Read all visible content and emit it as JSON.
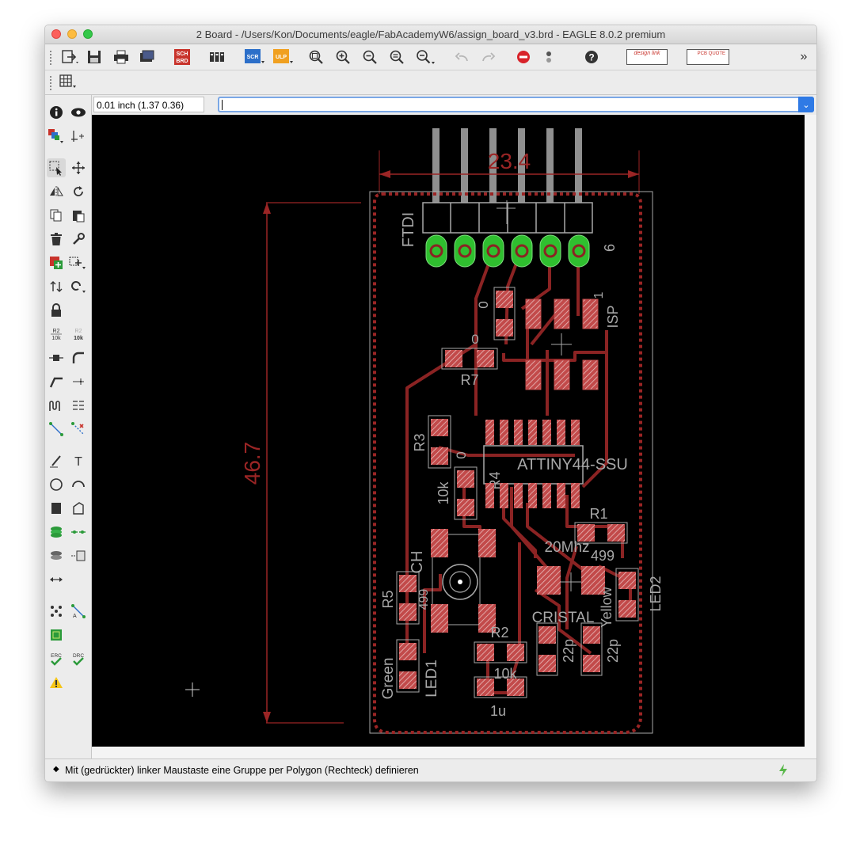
{
  "window": {
    "title": "2 Board - /Users/Kon/Documents/eagle/FabAcademyW6/assign_board_v3.brd - EAGLE 8.0.2 premium"
  },
  "toolbar": {
    "items": [
      "open-icon",
      "save-icon",
      "print-icon",
      "cam-icon",
      "sch-brd-switch",
      "library-icon",
      "script-icon",
      "ulp-icon",
      "zoom-fit-icon",
      "zoom-in-icon",
      "zoom-out-icon",
      "zoom-select-icon",
      "zoom-last-icon",
      "undo-icon",
      "redo-icon",
      "stop-icon",
      "go-icon",
      "help-icon",
      "design-link-button",
      "pcb-quote-button"
    ],
    "sch_label": "SCH",
    "brd_label": "BRD",
    "scr_label": "SCR",
    "ulp_label": "ULP",
    "design_link_label": "design link",
    "pcb_quote_label": "PCB QUOTE",
    "overflow": "»"
  },
  "coordinates": {
    "value": "0.01 inch (1.37 0.36)"
  },
  "command_line": {
    "value": ""
  },
  "tools": {
    "text_tool_label": "T",
    "r2_label": "R2",
    "r2_value": "10k",
    "erc_label": "ERC",
    "drc_label": "DRC"
  },
  "board": {
    "dim_width": "23.4",
    "dim_height": "46.7",
    "labels": {
      "ftdi": "FTDI",
      "pin6": "6",
      "isp": "ISP",
      "isp_pin1": "1",
      "r7_val": "0",
      "r7": "R7",
      "r6_val": "0",
      "r3": "R3",
      "r4_val": "0",
      "r4": "R4",
      "ten_k": "10k",
      "chip": "ATTINY44-SSU",
      "r1": "R1",
      "r1_val": "499",
      "mhz": "20Mhz",
      "cristal": "CRISTAL",
      "yellow": "Yellow",
      "led2": "LED2",
      "r5": "R5",
      "r5_val": "499",
      "green": "Green",
      "led1": "LED1",
      "switch_label": "CH",
      "r2": "R2",
      "r2_val": "10k",
      "c1_val": "1u",
      "c_22p_a": "22p",
      "c_22p_b": "22p"
    }
  },
  "colors": {
    "board_bg": "#000000",
    "trace": "#8b2323",
    "pad": "#c24a4a",
    "pad_hatch": "#e8c0c0",
    "via_green": "#32c832",
    "silk": "#a8a8a8",
    "dimension": "#9b2525"
  },
  "status": {
    "message": "Mit (gedrückter) linker Maustaste eine Gruppe per Polygon (Rechteck) definieren"
  }
}
